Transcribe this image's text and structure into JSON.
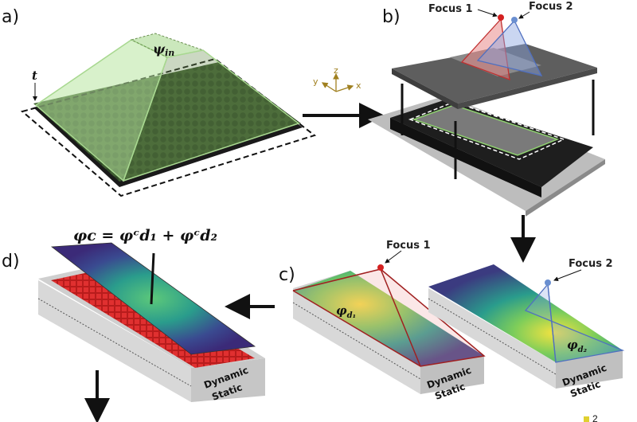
{
  "figure": {
    "panels": {
      "a": {
        "label": "a)",
        "thickness_symbol": "t",
        "angle_symbol": "ψ",
        "angle_subscript": "in"
      },
      "b": {
        "label": "b)",
        "focus1": "Focus 1",
        "focus2": "Focus 2"
      },
      "c": {
        "label": "c)",
        "focus1": "Focus 1",
        "focus2": "Focus 2",
        "phase1": "φ",
        "phase1_sub": "d₁",
        "phase2": "φ",
        "phase2_sub": "d₂",
        "layer_dynamic": "Dynamic",
        "layer_static": "Static"
      },
      "d": {
        "label": "d)",
        "equation": "φc = φᶜd₁ + φᶜd₂",
        "layer_dynamic": "Dynamic",
        "layer_static": "Static"
      }
    },
    "axes": {
      "x": "x",
      "y": "y",
      "z": "z"
    },
    "corner_fragment": "2",
    "colors": {
      "metasurface_green": "#3e5b30",
      "pyramid_green": "#a8d890",
      "focus1_red": "#d42020",
      "focus2_blue": "#6a8fd0",
      "dynamic_red": "#d92a2a",
      "viridis_purple": "#3b2a78",
      "viridis_teal": "#2a9c8c",
      "viridis_yellow": "#f0e040",
      "platform_dark": "#1e1e1e",
      "plate_gray": "#5a5a5a"
    }
  }
}
